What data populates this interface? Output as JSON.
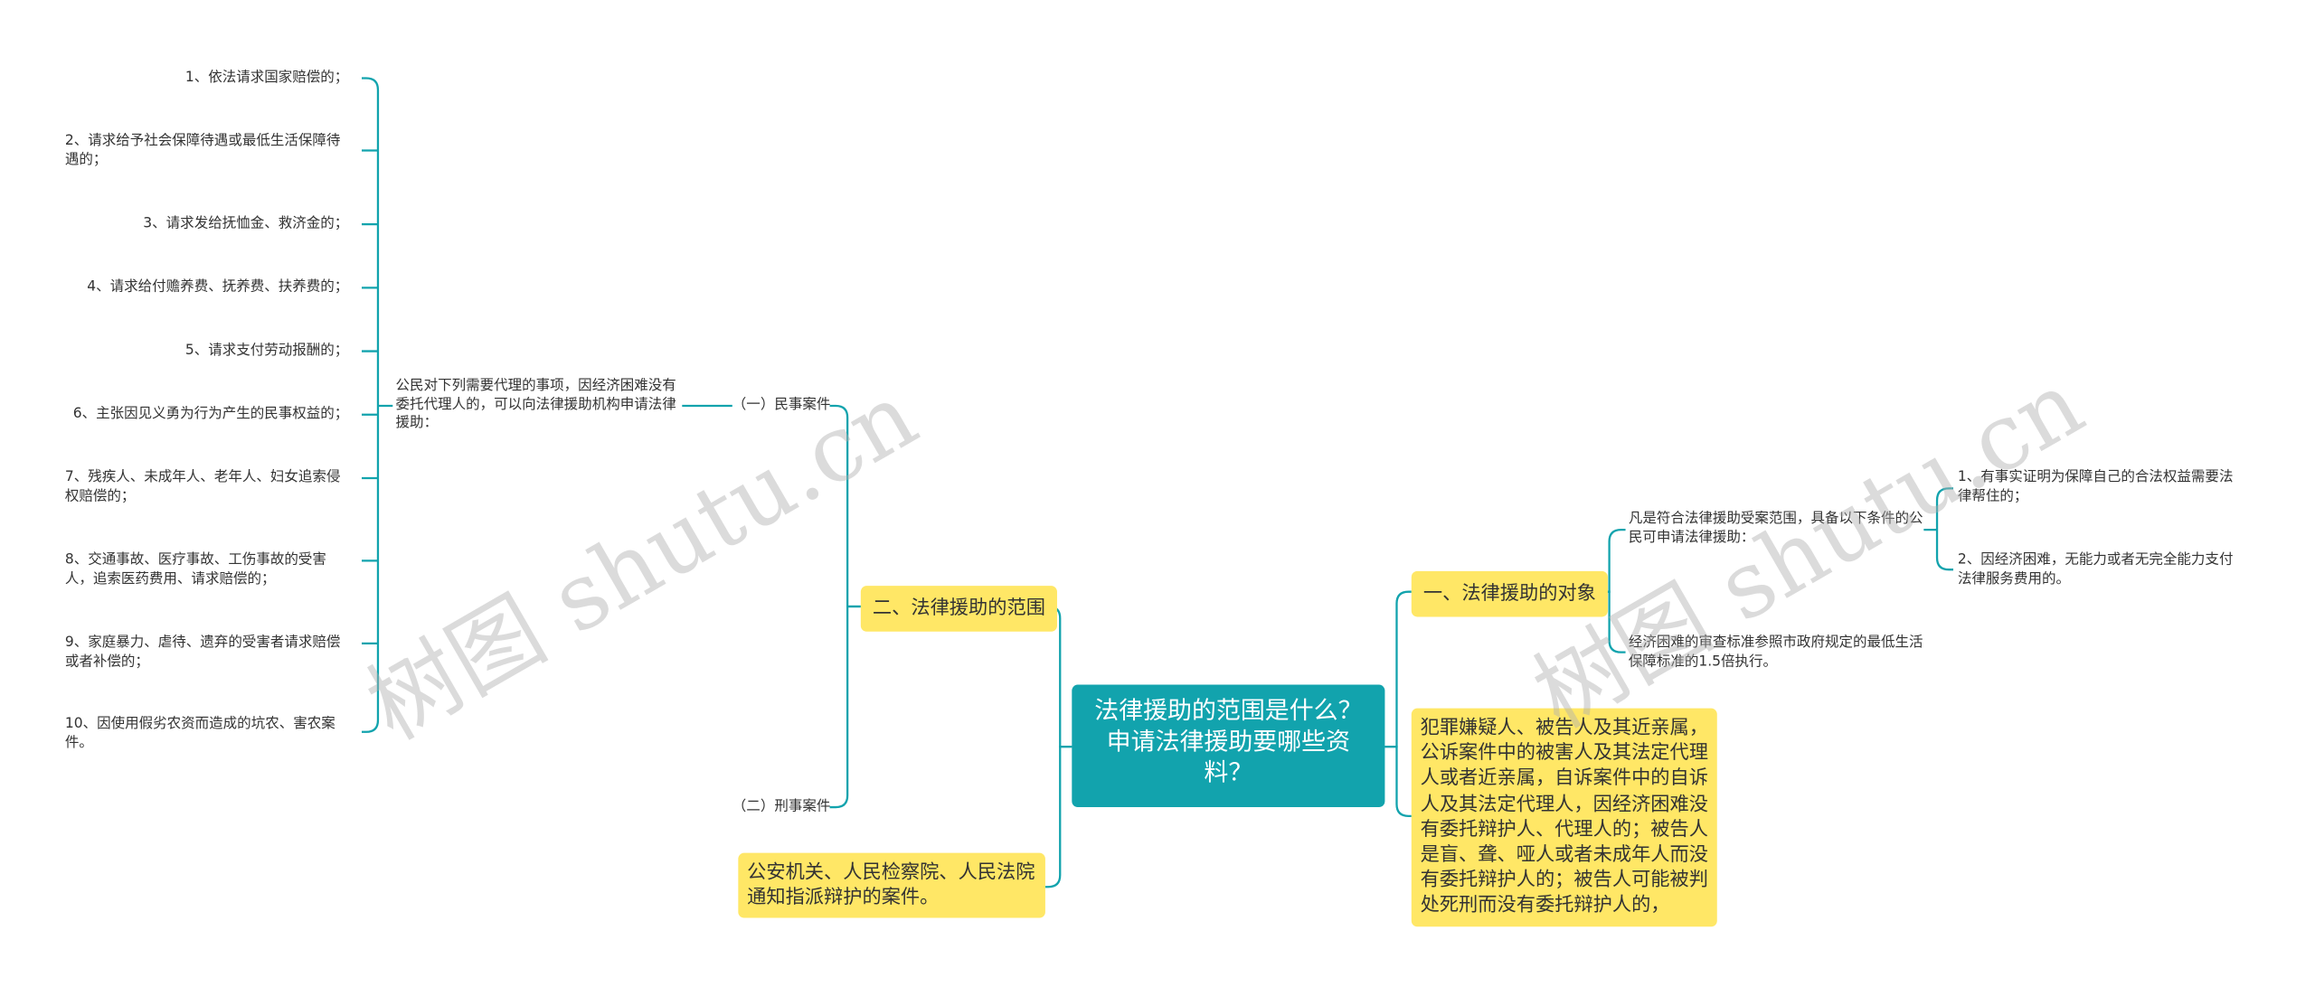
{
  "root": {
    "title": "法律援助的范围是什么？申请法律援助要哪些资料？"
  },
  "left": {
    "scope_label": "二、法律援助的范围",
    "civil": {
      "label": "（一）民事案件",
      "description": "公民对下列需要代理的事项，因经济困难没有委托代理人的，可以向法律援助机构申请法律援助：",
      "items": [
        "1、依法请求国家赔偿的；",
        "2、请求给予社会保障待遇或最低生活保障待遇的；",
        "3、请求发给抚恤金、救济金的；",
        "4、请求给付赡养费、抚养费、扶养费的；",
        "5、请求支付劳动报酬的；",
        "6、主张因见义勇为行为产生的民事权益的；",
        "7、残疾人、未成年人、老年人、妇女追索侵权赔偿的；",
        "8、交通事故、医疗事故、工伤事故的受害人，追索医药费用、请求赔偿的；",
        "9、家庭暴力、虐待、遗弃的受害者请求赔偿或者补偿的；",
        "10、因使用假劣农资而造成的坑农、害农案件。"
      ]
    },
    "criminal": {
      "label": "（二）刑事案件"
    },
    "designated": "公安机关、人民检察院、人民法院通知指派辩护的案件。"
  },
  "right": {
    "object_label": "一、法律援助的对象",
    "conditions": {
      "text": "凡是符合法律援助受案范围，具备以下条件的公民可申请法律援助：",
      "items": [
        "1、有事实证明为保障自己的合法权益需要法律帮住的；",
        "2、因经济困难，无能力或者无完全能力支付法律服务费用的。"
      ]
    },
    "standard": "经济困难的审查标准参照市政府规定的最低生活保障标准的1.5倍执行。",
    "criminal_parties": "犯罪嫌疑人、被告人及其近亲属，公诉案件中的被害人及其法定代理人或者近亲属，自诉案件中的自诉人及其法定代理人，因经济困难没有委托辩护人、代理人的；被告人是盲、聋、哑人或者未成年人而没有委托辩护人的；被告人可能被判处死刑而没有委托辩护人的，"
  },
  "watermarks": [
    "树图 shutu.cn",
    "树图 shutu.cn"
  ],
  "colors": {
    "root": "#12a3ad",
    "branch": "#ffe766",
    "line": "#12a3ad"
  }
}
